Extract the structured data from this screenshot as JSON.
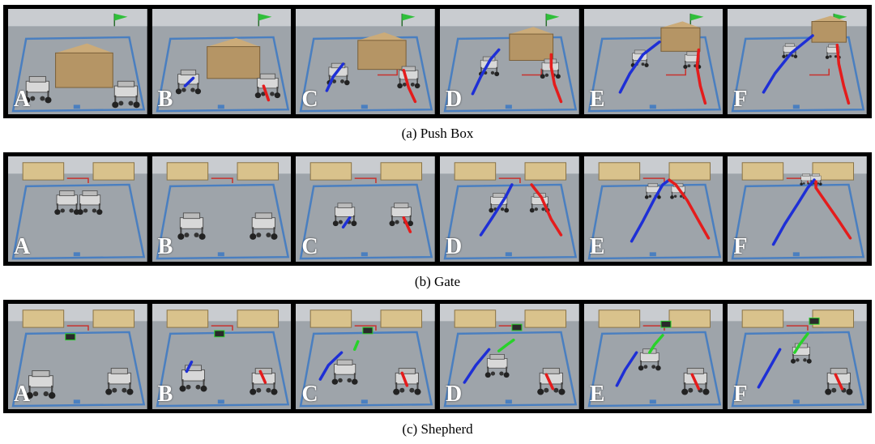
{
  "rows": [
    {
      "id": "push-box",
      "caption": "(a) Push Box",
      "frames": [
        "A",
        "B",
        "C",
        "D",
        "E",
        "F"
      ]
    },
    {
      "id": "gate",
      "caption": "(b) Gate",
      "frames": [
        "A",
        "B",
        "C",
        "D",
        "E",
        "F"
      ]
    },
    {
      "id": "shepherd",
      "caption": "(c) Shepherd",
      "frames": [
        "A",
        "B",
        "C",
        "D",
        "E",
        "F"
      ]
    }
  ],
  "colors": {
    "floor": "#9ea4aa",
    "tape_blue": "#4a7fc0",
    "tape_red": "#c8322e",
    "trajectory_blue": "#1e2fd6",
    "trajectory_red": "#e41c1c",
    "trajectory_green": "#28d22a",
    "box": "#b59565",
    "flag": "#2fbf3a"
  }
}
